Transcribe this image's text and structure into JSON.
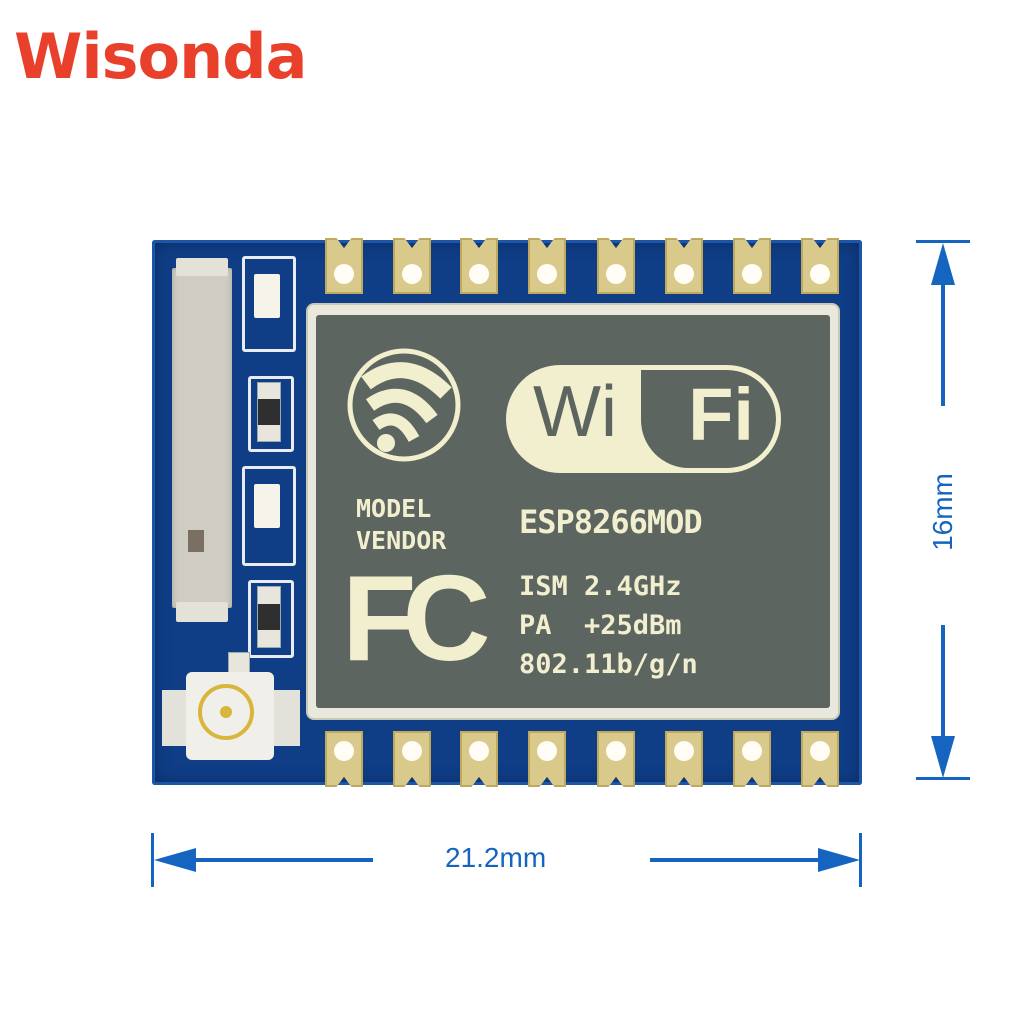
{
  "brand": {
    "name": "Wisonda",
    "color": "#e8402a"
  },
  "module": {
    "logo_wifi_left": "Wi",
    "logo_wifi_right": "Fi",
    "model_label_line1": "MODEL",
    "model_label_line2": "VENDOR",
    "part_number": "ESP8266MOD",
    "fcc_mark": "FC",
    "specs": [
      "ISM 2.4GHz",
      "PA  +25dBm",
      "802.11b/g/n"
    ],
    "pcb_color": "#0f3d86",
    "shield_color": "#5d6560",
    "pad_color": "#d9c98b",
    "pads_top": 8,
    "pads_bottom": 8
  },
  "dimensions": {
    "width_label": "21.2mm",
    "height_label": "16mm",
    "color": "#1565c0"
  }
}
